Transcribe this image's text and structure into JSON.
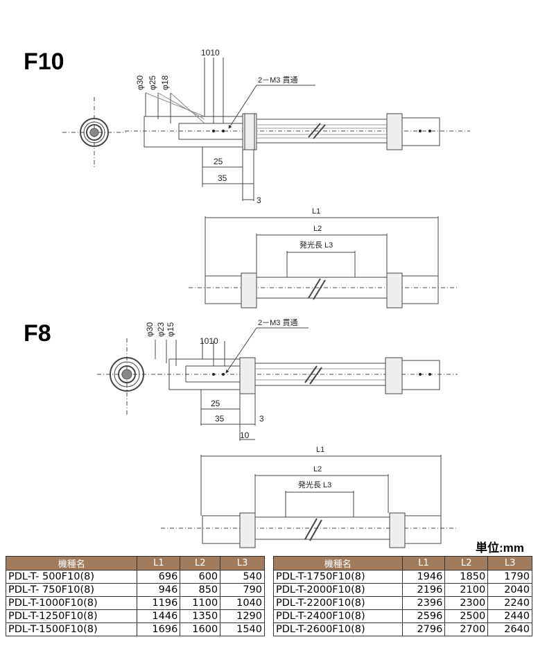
{
  "sections": [
    {
      "title": "F10",
      "diameters": [
        "φ30",
        "φ25",
        "φ18"
      ],
      "top_dims": "1010",
      "screw_note": "2－M3 貫通",
      "dim_a": "25",
      "dim_b": "35",
      "dim_c": "3",
      "dim_d": ""
    },
    {
      "title": "F8",
      "diameters": [
        "φ30",
        "φ23",
        "φ15"
      ],
      "top_dims": "1010",
      "screw_note": "2－M3 貫通",
      "dim_a": "25",
      "dim_b": "35",
      "dim_c": "3",
      "dim_d": "10"
    }
  ],
  "length_labels": {
    "l1": "L1",
    "l2": "L2",
    "l3": "発光長 L3"
  },
  "unit_label": "単位:mm",
  "table": {
    "headers": [
      "機種名",
      "L1",
      "L2",
      "L3"
    ],
    "left_rows": [
      [
        "PDL-T- 500F10(8)",
        "696",
        "600",
        "540"
      ],
      [
        "PDL-T- 750F10(8)",
        "946",
        "850",
        "790"
      ],
      [
        "PDL-T-1000F10(8)",
        "1196",
        "1100",
        "1040"
      ],
      [
        "PDL-T-1250F10(8)",
        "1446",
        "1350",
        "1290"
      ],
      [
        "PDL-T-1500F10(8)",
        "1696",
        "1600",
        "1540"
      ]
    ],
    "right_rows": [
      [
        "PDL-T-1750F10(8)",
        "1946",
        "1850",
        "1790"
      ],
      [
        "PDL-T-2000F10(8)",
        "2196",
        "2100",
        "2040"
      ],
      [
        "PDL-T-2200F10(8)",
        "2396",
        "2300",
        "2240"
      ],
      [
        "PDL-T-2400F10(8)",
        "2596",
        "2500",
        "2440"
      ],
      [
        "PDL-T-2600F10(8)",
        "2796",
        "2700",
        "2640"
      ]
    ]
  }
}
